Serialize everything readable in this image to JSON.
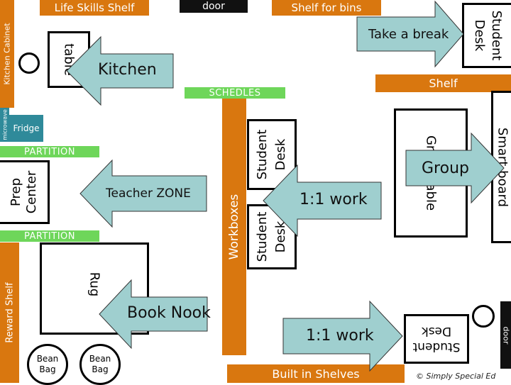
{
  "labels": {
    "life_skills_shelf": "Life Skills Shelf",
    "door_top": "door",
    "shelf_for_bins": "Shelf for bins",
    "kitchen_cabinet": "Kitchen Cabinet",
    "microwave": "microwave",
    "fridge": "Fridge",
    "schedules": "SCHEDLES",
    "workboxes": "Workboxes",
    "shelf_right": "Shelf",
    "partition_1": "PARTITION",
    "partition_2": "PARTITION",
    "reward_shelf": "Reward Shelf",
    "built_in_shelves": "Built in Shelves",
    "door_right": "door",
    "copyright": "© Simply Special Ed"
  },
  "furniture": {
    "kitchen_table": "table",
    "prep_center_line1": "Prep",
    "prep_center_line2": "Center",
    "student_desk_top_line1": "Student",
    "student_desk_top_line2": "Desk",
    "student_desk_mid1_line1": "Student",
    "student_desk_mid1_line2": "Desk",
    "student_desk_mid2_line1": "Student",
    "student_desk_mid2_line2": "Desk",
    "group_table": "Group table",
    "smart_board": "Smart board",
    "rug": "Rug",
    "student_desk_bottom_line1": "Student",
    "student_desk_bottom_line2": "Desk",
    "bean_bag_1_line1": "Bean",
    "bean_bag_1_line2": "Bag",
    "bean_bag_2_line1": "Bean",
    "bean_bag_2_line2": "Bag"
  },
  "arrows": {
    "take_a_break": "Take a break",
    "kitchen": "Kitchen",
    "teacher_zone": "Teacher ZONE",
    "one_on_one_work_top": "1:1 work",
    "group": "Group",
    "book_nook": "Book Nook",
    "one_on_one_work_bottom": "1:1 work"
  },
  "colors": {
    "shelf": "#D9770F",
    "partition": "#6ED65A",
    "arrow_fill": "#9FCFCF",
    "fridge": "#2F8A9A"
  }
}
